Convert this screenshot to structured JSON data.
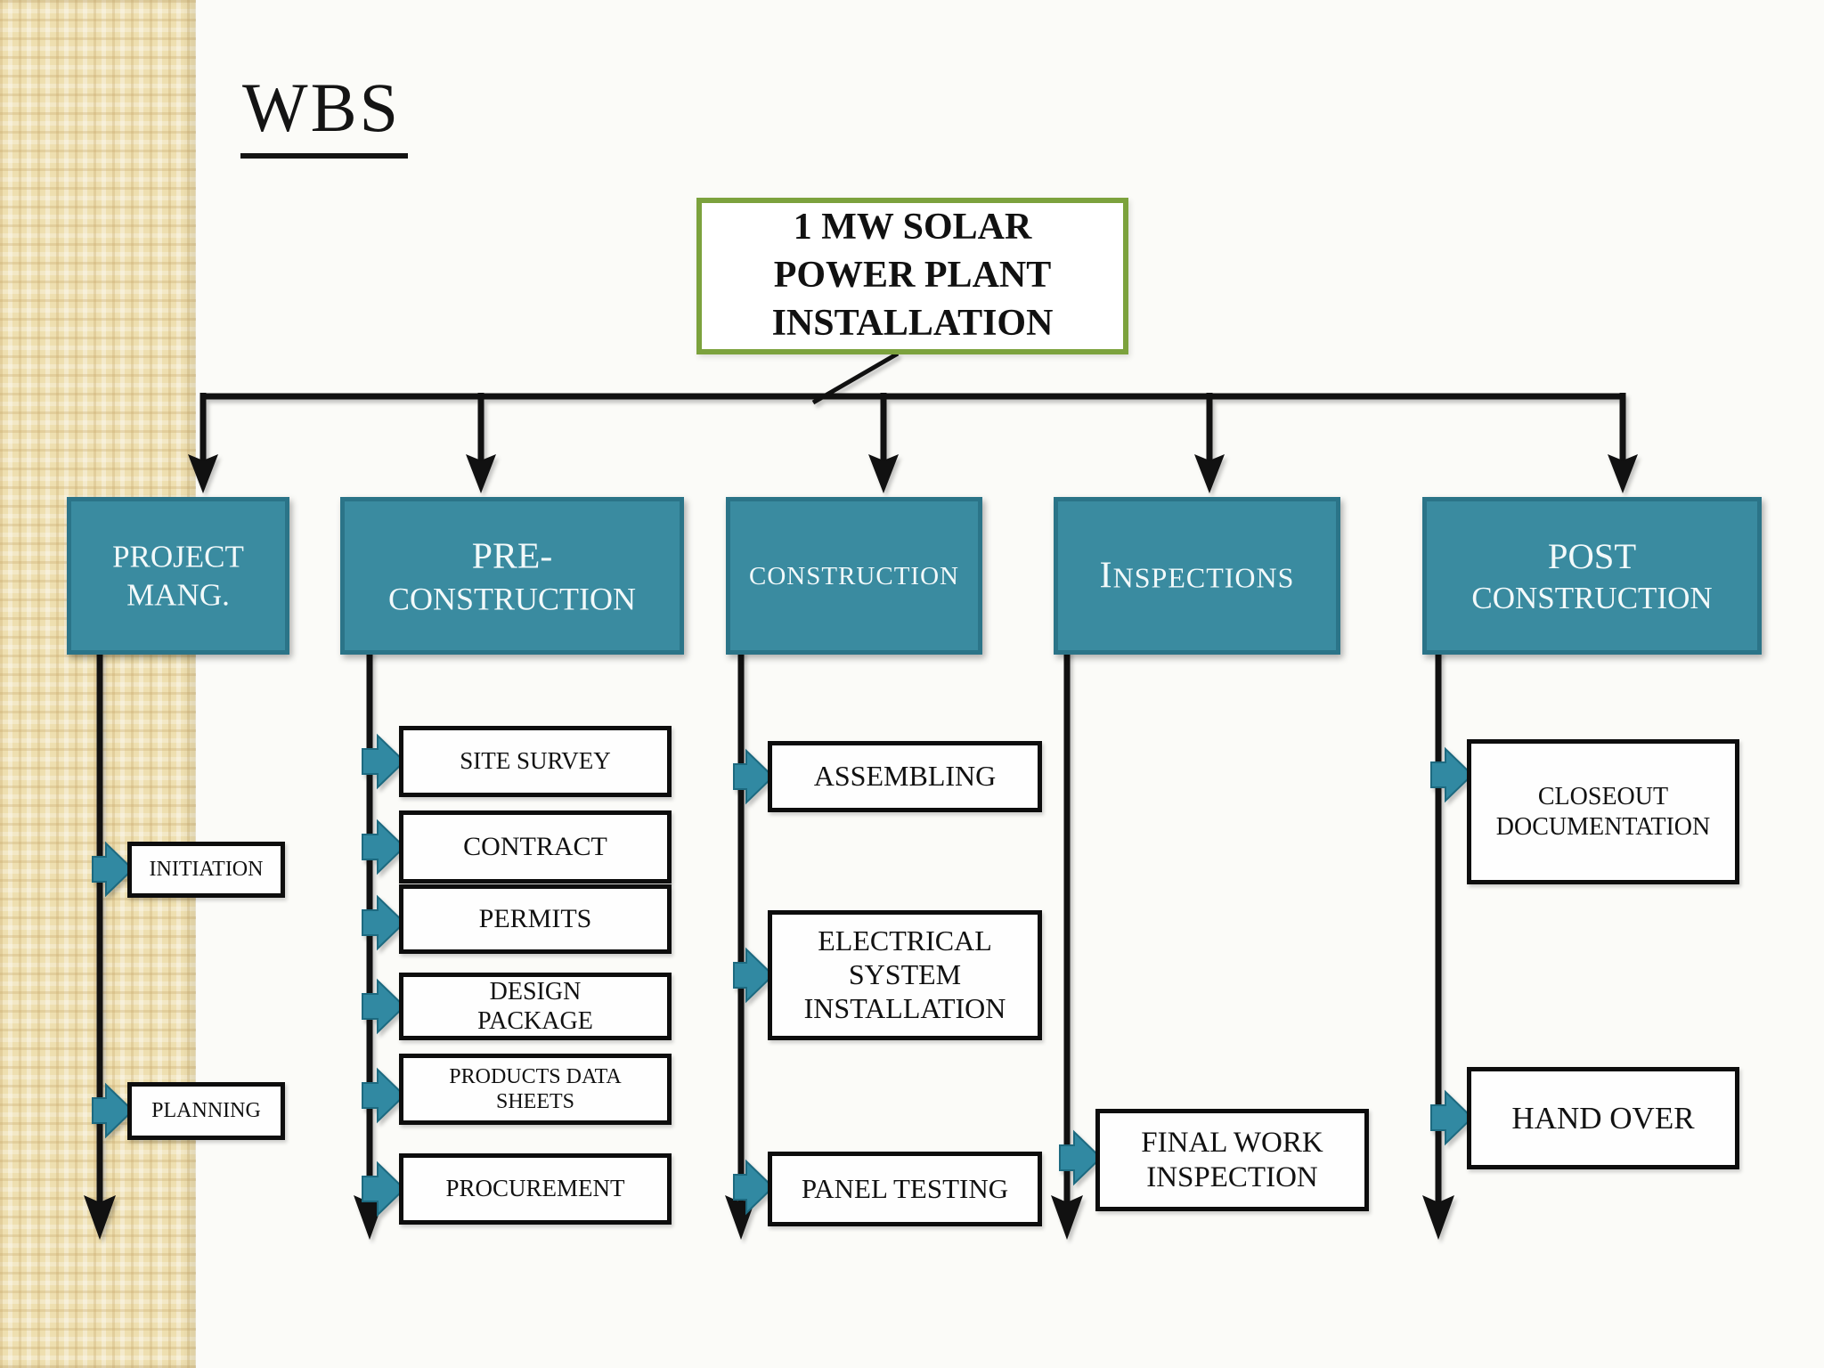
{
  "slide": {
    "title": "WBS",
    "background_color": "#fbfbf8",
    "sidebar_band_color": "#eedfb0"
  },
  "root": {
    "label": "1 MW SOLAR POWER PLANT INSTALLATION",
    "border_color": "#7ca23d"
  },
  "columns": [
    {
      "label": "PROJECT MANG.",
      "items": [
        "INITIATION",
        "PLANNING"
      ]
    },
    {
      "label": "PRE-CONSTRUCTION",
      "items": [
        "SITE SURVEY",
        "CONTRACT",
        "PERMITS",
        "DESIGN PACKAGE",
        "PRODUCTS DATA SHEETS",
        "PROCUREMENT"
      ]
    },
    {
      "label": "CONSTRUCTION",
      "items": [
        "ASSEMBLING",
        "ELECTRICAL SYSTEM INSTALLATION",
        "PANEL TESTING"
      ]
    },
    {
      "label": "INSPECTIONS",
      "items": [
        "FINAL WORK INSPECTION"
      ]
    },
    {
      "label": "POST CONSTRUCTION",
      "items": [
        "CLOSEOUT DOCUMENTATION",
        "HAND OVER"
      ]
    }
  ],
  "colors": {
    "header_fill": "#3a8ba0",
    "header_border": "#2b7488",
    "item_border": "#0d0d0d",
    "connector": "#111111",
    "link_arrow_fill": "#3189a2",
    "link_arrow_border": "#1d6a80"
  }
}
